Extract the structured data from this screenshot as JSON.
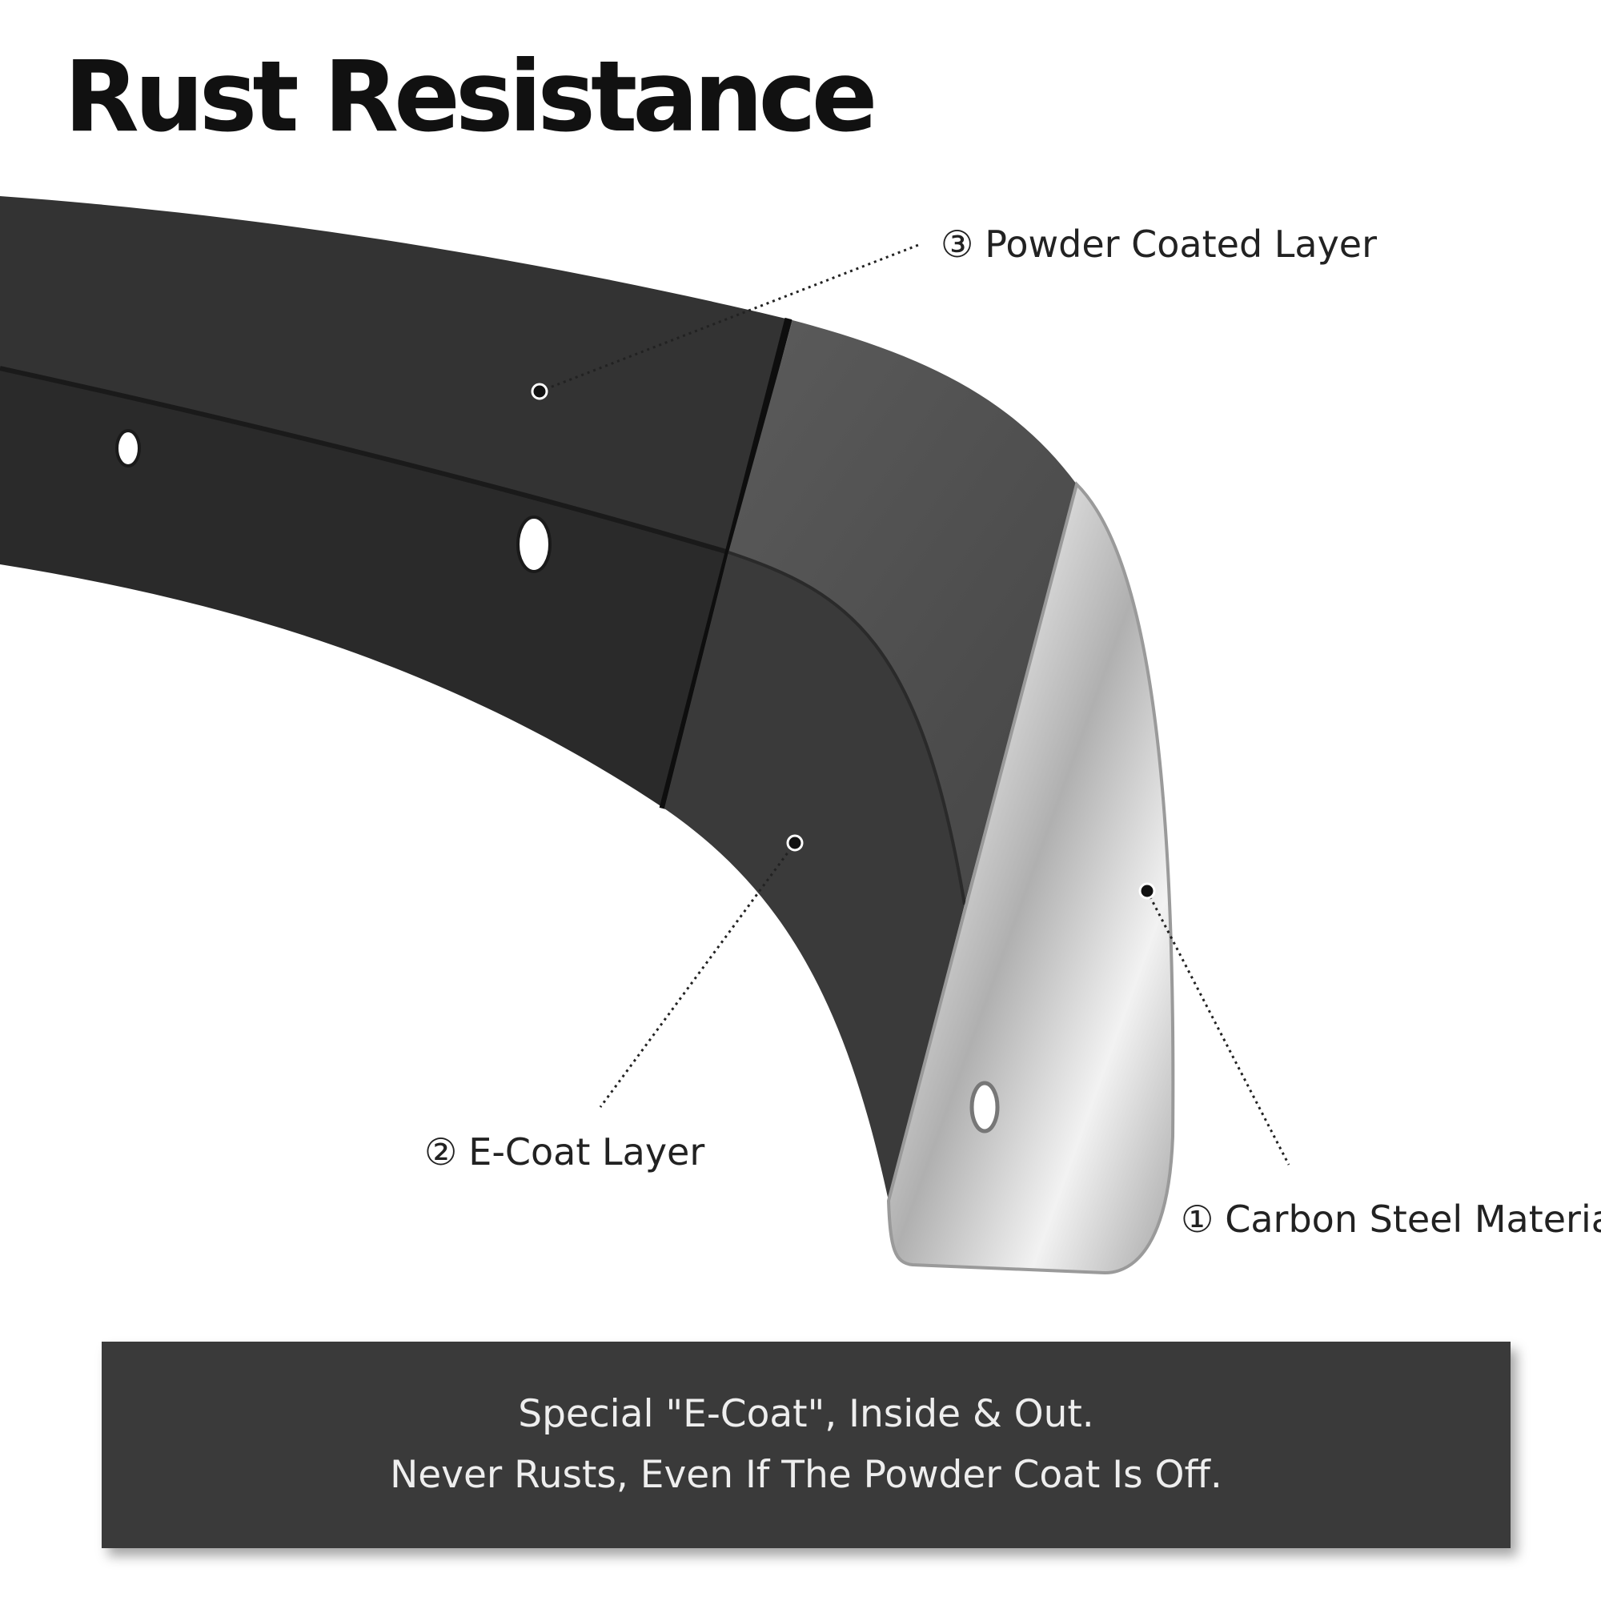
{
  "title": "Rust Resistance",
  "callouts": {
    "powder": {
      "marker": "③",
      "label": "Powder Coated Layer"
    },
    "ecoat": {
      "marker": "②",
      "label": "E-Coat Layer"
    },
    "steel": {
      "marker": "①",
      "label": "Carbon Steel Material"
    }
  },
  "banner": {
    "line1": "Special \"E-Coat\", Inside & Out.",
    "line2": "Never Rusts, Even If The Powder Coat Is Off."
  },
  "colors": {
    "powder_coat": "#2f2f2f",
    "ecoat": "#555555",
    "steel": "#c9c9c9",
    "banner": "#3a3a3a"
  }
}
